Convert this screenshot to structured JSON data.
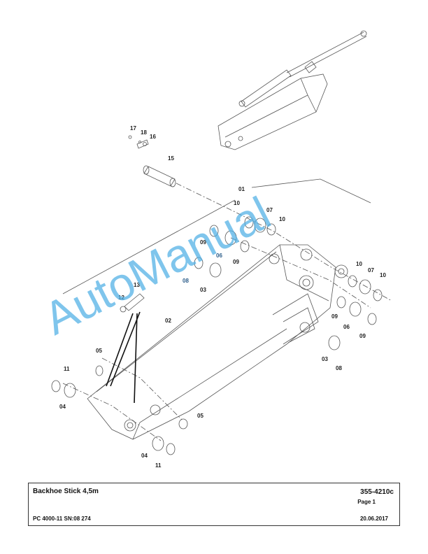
{
  "drawing": {
    "watermark": "AutoManual",
    "callouts": [
      {
        "id": "c17",
        "text": "17"
      },
      {
        "id": "c18",
        "text": "18"
      },
      {
        "id": "c16",
        "text": "16"
      },
      {
        "id": "c15",
        "text": "15"
      },
      {
        "id": "c01",
        "text": "01"
      },
      {
        "id": "c10a",
        "text": "10"
      },
      {
        "id": "c07a",
        "text": "07"
      },
      {
        "id": "c10b",
        "text": "10"
      },
      {
        "id": "c09a",
        "text": "09"
      },
      {
        "id": "c06a",
        "text": "06"
      },
      {
        "id": "c09b",
        "text": "09"
      },
      {
        "id": "c08a",
        "text": "08"
      },
      {
        "id": "c03a",
        "text": "03"
      },
      {
        "id": "c13",
        "text": "13"
      },
      {
        "id": "c12",
        "text": "12"
      },
      {
        "id": "c10c",
        "text": "10"
      },
      {
        "id": "c07b",
        "text": "07"
      },
      {
        "id": "c10d",
        "text": "10"
      },
      {
        "id": "c09c",
        "text": "09"
      },
      {
        "id": "c06b",
        "text": "06"
      },
      {
        "id": "c09d",
        "text": "09"
      },
      {
        "id": "c02",
        "text": "02"
      },
      {
        "id": "c03b",
        "text": "03"
      },
      {
        "id": "c08b",
        "text": "08"
      },
      {
        "id": "c05a",
        "text": "05"
      },
      {
        "id": "c11a",
        "text": "11"
      },
      {
        "id": "c04a",
        "text": "04"
      },
      {
        "id": "c05b",
        "text": "05"
      },
      {
        "id": "c04b",
        "text": "04"
      },
      {
        "id": "c11b",
        "text": "11"
      }
    ]
  },
  "titleblock": {
    "title": "Backhoe  Stick 4,5m",
    "part_number": "355-4210c",
    "page": "Page 1",
    "model": "PC 4000-11 SN:08 274",
    "date": "20.06.2017"
  }
}
